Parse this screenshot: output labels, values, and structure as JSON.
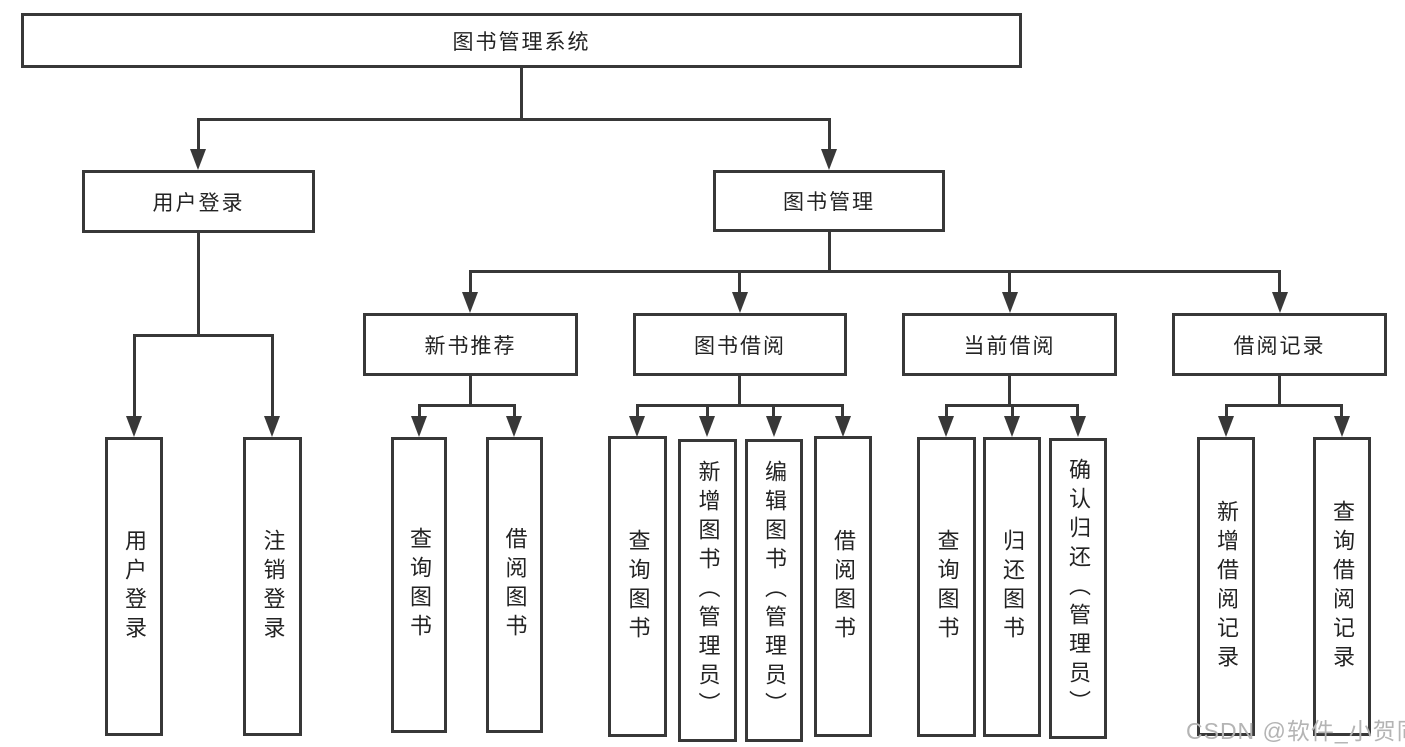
{
  "nodes": {
    "root": "图书管理系统",
    "user_login": "用户登录",
    "book_mgmt": "图书管理",
    "new_book_rec": "新书推荐",
    "book_borrow": "图书借阅",
    "current_borrow": "当前借阅",
    "borrow_record": "借阅记录",
    "leaf_user_login": "用户登录",
    "leaf_logout": "注销登录",
    "leaf_nbr_query": "查询图书",
    "leaf_nbr_borrow": "借阅图书",
    "leaf_bb_query": "查询图书",
    "leaf_bb_add": "新增图书（管理员）",
    "leaf_bb_edit": "编辑图书（管理员）",
    "leaf_bb_borrow": "借阅图书",
    "leaf_cb_query": "查询图书",
    "leaf_cb_return": "归还图书",
    "leaf_cb_confirm": "确认归还（管理员）",
    "leaf_br_add": "新增借阅记录",
    "leaf_br_query": "查询借阅记录"
  },
  "tree": {
    "label": "图书管理系统",
    "children": [
      {
        "label": "用户登录",
        "children": [
          {
            "label": "用户登录"
          },
          {
            "label": "注销登录"
          }
        ]
      },
      {
        "label": "图书管理",
        "children": [
          {
            "label": "新书推荐",
            "children": [
              {
                "label": "查询图书"
              },
              {
                "label": "借阅图书"
              }
            ]
          },
          {
            "label": "图书借阅",
            "children": [
              {
                "label": "查询图书"
              },
              {
                "label": "新增图书（管理员）"
              },
              {
                "label": "编辑图书（管理员）"
              },
              {
                "label": "借阅图书"
              }
            ]
          },
          {
            "label": "当前借阅",
            "children": [
              {
                "label": "查询图书"
              },
              {
                "label": "归还图书"
              },
              {
                "label": "确认归还（管理员）"
              }
            ]
          },
          {
            "label": "借阅记录",
            "children": [
              {
                "label": "新增借阅记录"
              },
              {
                "label": "查询借阅记录"
              }
            ]
          }
        ]
      }
    ]
  },
  "watermark": "CSDN @软件_小贺同学",
  "colors": {
    "line": "#383838",
    "text": "#232323",
    "watermark": "#b4b4b4",
    "background": "#ffffff"
  }
}
